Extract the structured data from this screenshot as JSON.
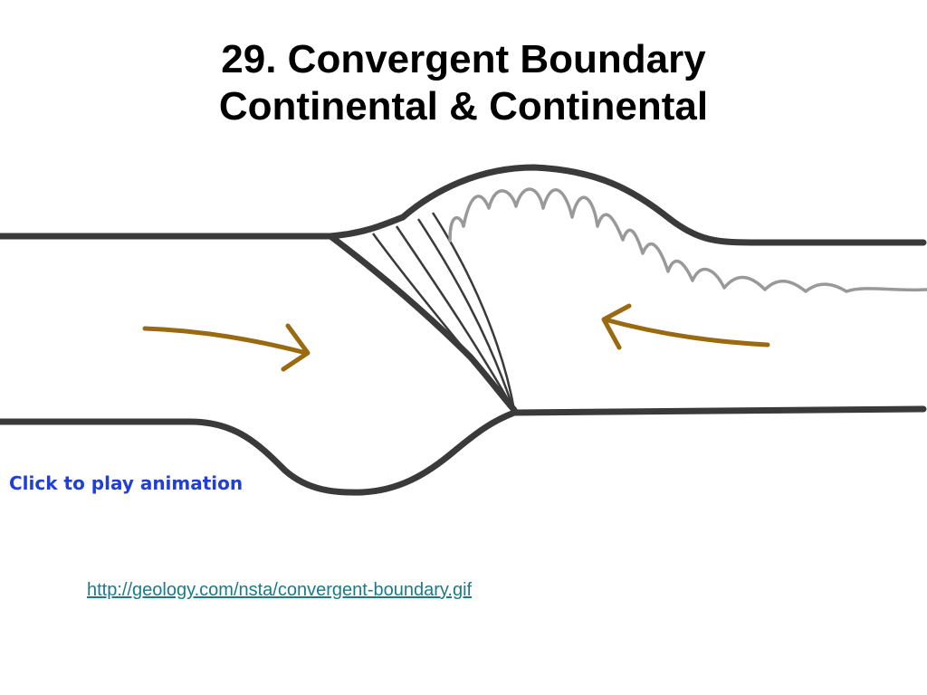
{
  "slide": {
    "title_line1": "29.  Convergent Boundary",
    "title_line2": "Continental & Continental",
    "caption": "Click to play animation",
    "link": "http://geology.com/nsta/convergent-boundary.gif"
  },
  "colors": {
    "plate_outline": "#3a3a3a",
    "fold_line": "#999999",
    "arrow": "#9a6a10",
    "caption": "#1f3fd8",
    "link": "#1a7a8a"
  }
}
